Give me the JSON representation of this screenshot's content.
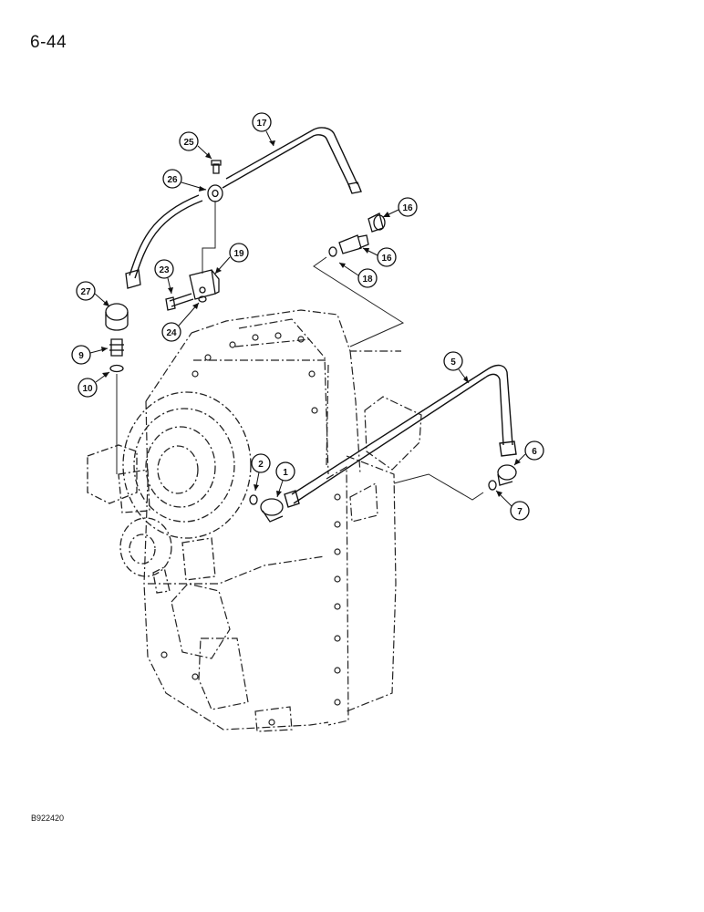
{
  "page": {
    "number": "6-44",
    "drawing_code": "B922420"
  },
  "diagram": {
    "callouts": [
      {
        "id": "c17",
        "label": "17"
      },
      {
        "id": "c25",
        "label": "25"
      },
      {
        "id": "c26",
        "label": "26"
      },
      {
        "id": "c16a",
        "label": "16"
      },
      {
        "id": "c16b",
        "label": "16"
      },
      {
        "id": "c18",
        "label": "18"
      },
      {
        "id": "c19",
        "label": "19"
      },
      {
        "id": "c23",
        "label": "23"
      },
      {
        "id": "c24",
        "label": "24"
      },
      {
        "id": "c27",
        "label": "27"
      },
      {
        "id": "c9",
        "label": "9"
      },
      {
        "id": "c10",
        "label": "10"
      },
      {
        "id": "c5",
        "label": "5"
      },
      {
        "id": "c6",
        "label": "6"
      },
      {
        "id": "c7",
        "label": "7"
      },
      {
        "id": "c2",
        "label": "2"
      },
      {
        "id": "c1",
        "label": "1"
      }
    ]
  }
}
